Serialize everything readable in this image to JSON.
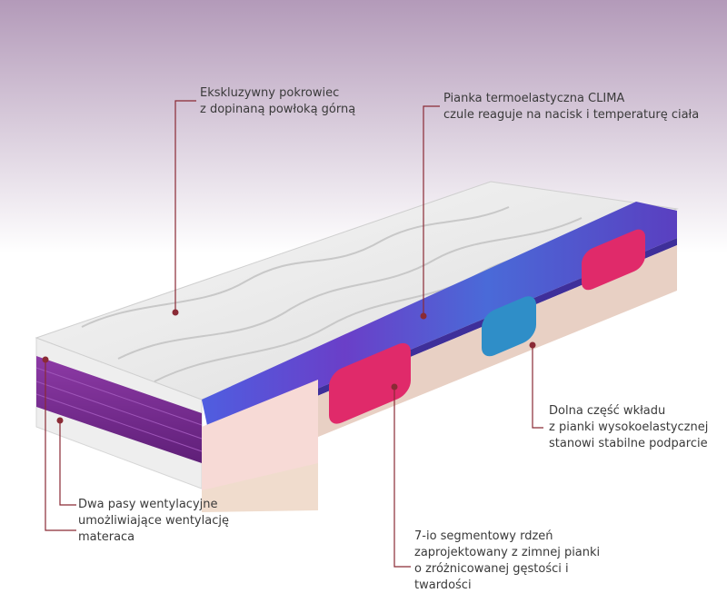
{
  "annotations": {
    "cover": {
      "lines": [
        "Ekskluzywny pokrowiec",
        "z dopinaną powłoką górną"
      ]
    },
    "clima": {
      "lines": [
        "Pianka termoelastyczna CLIMA",
        "czule reaguje na nacisk i temperaturę ciała"
      ]
    },
    "bottom": {
      "lines": [
        "Dolna część wkładu",
        "z pianki wysokoelastycznej",
        "stanowi stabilne podparcie"
      ]
    },
    "vent": {
      "lines": [
        "Dwa pasy wentylacyjne",
        "umożliwiające wentylację",
        "materaca"
      ]
    },
    "core": {
      "lines": [
        "7-io segmentowy rdzeń",
        "zaprojektowany z zimnej pianki",
        "o zróżnicowanej gęstości i",
        "twardości"
      ]
    }
  },
  "colors": {
    "bg_top": "#b39ab9",
    "bg_bottom": "#ffffff",
    "leader": "#8a2a35",
    "cover": "#f2f2f2",
    "clima_foam": "#5a48c4",
    "vent_band": "#7a2c94",
    "core_pink": "#e02a6a",
    "core_blue": "#2f8ec8",
    "core_beige": "#f0d6c8",
    "base_foam": "#f7dad6"
  }
}
